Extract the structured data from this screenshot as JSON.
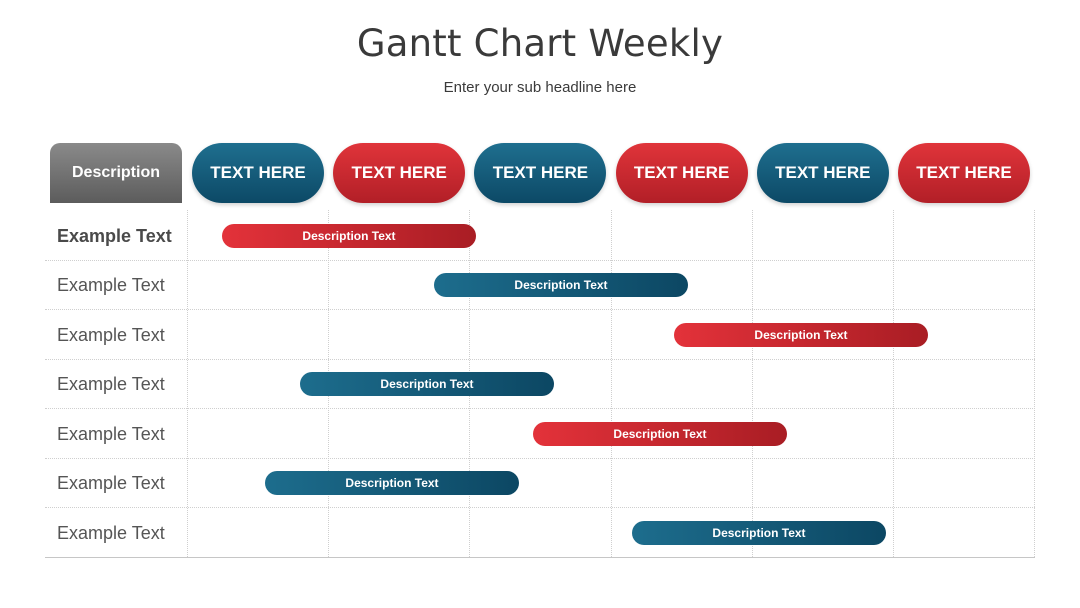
{
  "title": "Gantt Chart Weekly",
  "subtitle": "Enter your sub headline here",
  "colors": {
    "blue": "#0f5474",
    "red": "#d32a31",
    "header_gray": "#6e6e6e"
  },
  "chart_data": {
    "type": "gantt",
    "header_label": "Description",
    "columns": [
      {
        "label": "TEXT HERE",
        "color": "blue"
      },
      {
        "label": "TEXT HERE",
        "color": "red"
      },
      {
        "label": "TEXT HERE",
        "color": "blue"
      },
      {
        "label": "TEXT HERE",
        "color": "red"
      },
      {
        "label": "TEXT HERE",
        "color": "blue"
      },
      {
        "label": "TEXT HERE",
        "color": "red"
      }
    ],
    "rows": [
      {
        "label": "Example Text",
        "bold": true,
        "start": 0.25,
        "end": 2.05,
        "bar_label": "Description Text",
        "color": "red"
      },
      {
        "label": "Example Text",
        "bold": false,
        "start": 1.75,
        "end": 3.55,
        "bar_label": "Description Text",
        "color": "blue"
      },
      {
        "label": "Example Text",
        "bold": false,
        "start": 3.45,
        "end": 5.25,
        "bar_label": "Description Text",
        "color": "red"
      },
      {
        "label": "Example Text",
        "bold": false,
        "start": 0.8,
        "end": 2.6,
        "bar_label": "Description Text",
        "color": "blue"
      },
      {
        "label": "Example Text",
        "bold": false,
        "start": 2.45,
        "end": 4.25,
        "bar_label": "Description Text",
        "color": "red"
      },
      {
        "label": "Example Text",
        "bold": false,
        "start": 0.55,
        "end": 2.35,
        "bar_label": "Description Text",
        "color": "blue"
      },
      {
        "label": "Example Text",
        "bold": false,
        "start": 3.15,
        "end": 4.95,
        "bar_label": "Description Text",
        "color": "blue"
      }
    ]
  }
}
